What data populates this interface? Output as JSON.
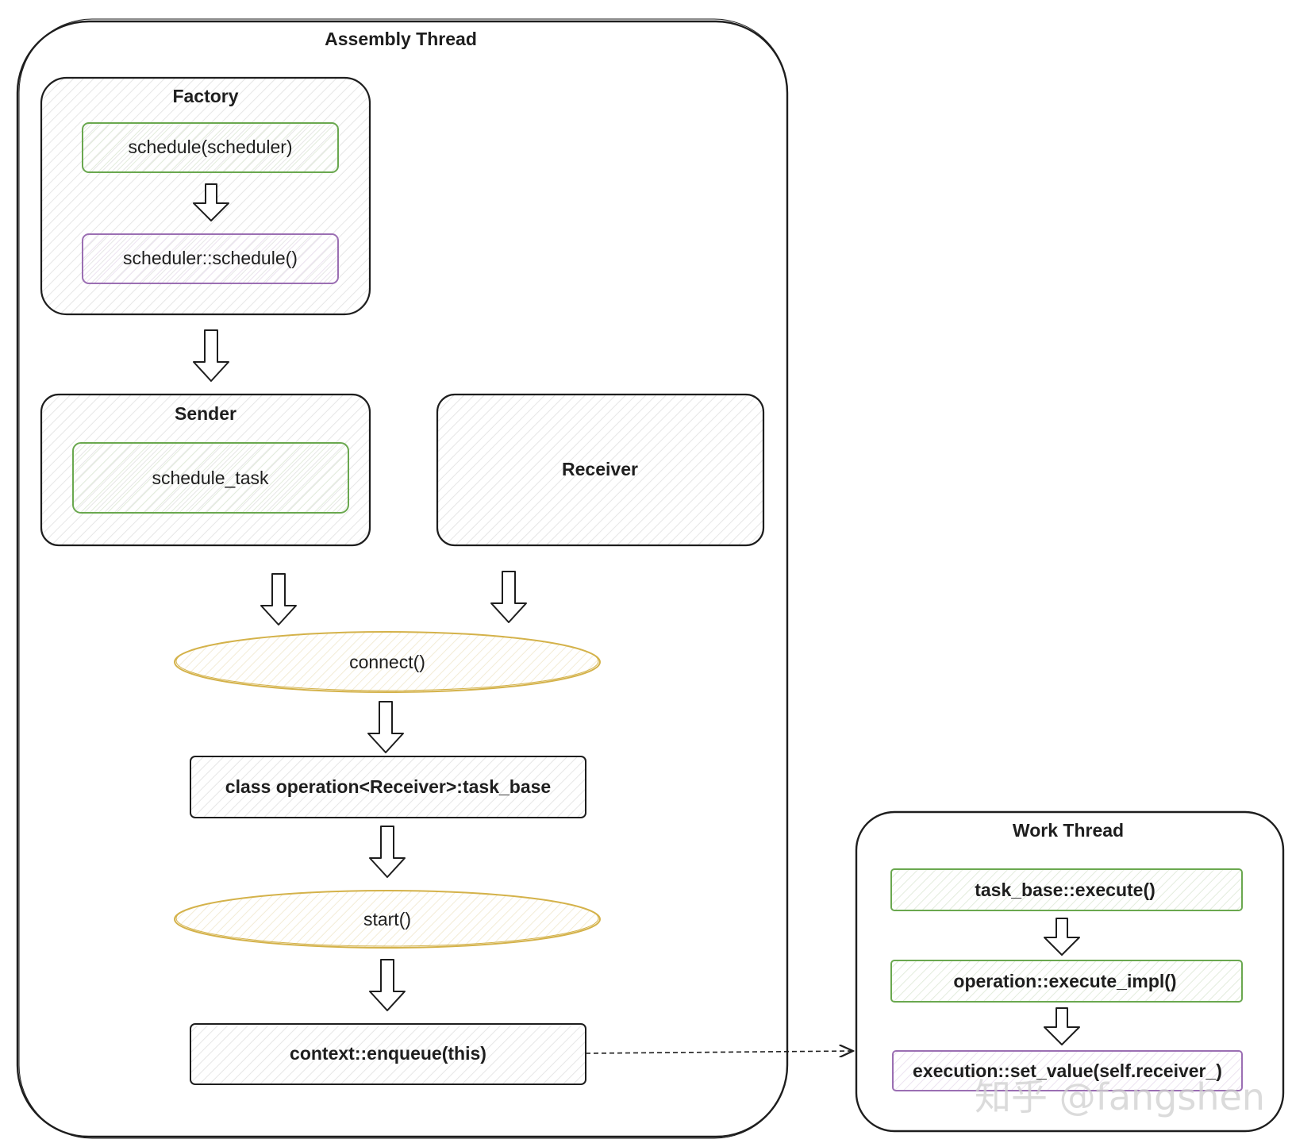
{
  "assembly_thread": {
    "title": "Assembly Thread",
    "factory": {
      "title": "Factory",
      "schedule": "schedule(scheduler)",
      "scheduler_schedule": "scheduler::schedule()"
    },
    "sender": {
      "title": "Sender",
      "task": "schedule_task"
    },
    "receiver": {
      "title": "Receiver"
    },
    "connect": "connect()",
    "operation": "class operation<Receiver>:task_base",
    "start": "start()",
    "enqueue": "context::enqueue(this)"
  },
  "work_thread": {
    "title": "Work Thread",
    "execute": "task_base::execute()",
    "execute_impl": "operation::execute_impl()",
    "set_value": "execution::set_value(self.receiver_)"
  },
  "watermark": "知乎 @fangshen",
  "colors": {
    "stroke": "#1e1e1e",
    "green_stroke": "#6aa84f",
    "purple_stroke": "#9b6fb3",
    "yellow_stroke": "#d4b24a",
    "hatch": "#e8e8e8"
  }
}
